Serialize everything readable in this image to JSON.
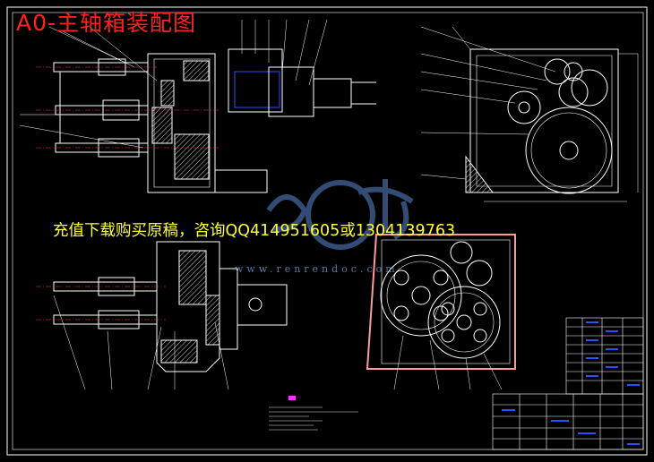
{
  "drawing": {
    "title": "A0-主轴箱装配图",
    "promo_text": "充值下载购买原稿，咨询QQ414951605或1304139763",
    "watermark_text": "www.renrendoc.com",
    "colors": {
      "background": "#000000",
      "frame": "#ffffff",
      "title": "#ff2020",
      "promo": "#ffff33",
      "watermark": "#5b8bd6",
      "accent_blue": "#2255ff",
      "accent_magenta": "#ff33ff"
    }
  }
}
